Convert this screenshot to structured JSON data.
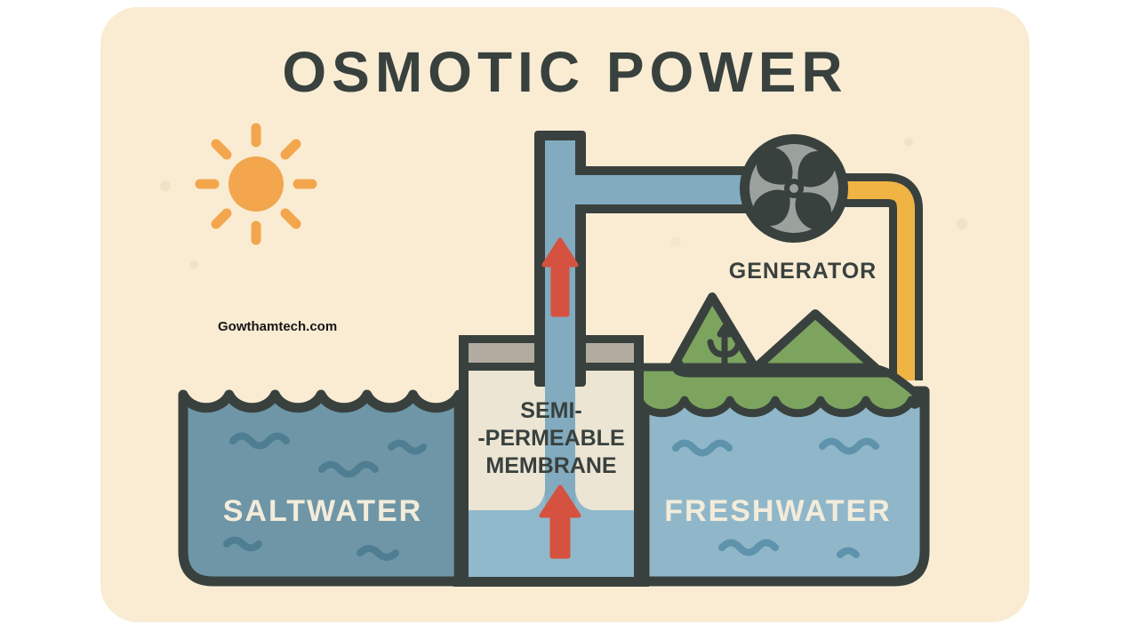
{
  "title": "OSMOTIC POWER",
  "watermark": "Gowthamtech.com",
  "generator": {
    "label": "GENERATOR"
  },
  "tanks": {
    "saltwater_label": "SALTWATER",
    "freshwater_label": "FRESHWATER"
  },
  "membrane": {
    "line1": "SEMI-",
    "line2": "-PERMEABLE",
    "line3": "MEMBRANE"
  },
  "icons": {
    "sun": "sun-icon",
    "generator_fan": "fan-turbine-icon",
    "osmosis_arrows": "up-arrow-icon",
    "tree": "tree-icon",
    "ripples": "water-ripple-icon"
  },
  "colors": {
    "page_background": "#ffffff",
    "card_background": "#f9ecd3",
    "outline_dark": "#39413e",
    "saltwater_blue": "#6e96a7",
    "freshwater_blue": "#8fb7c9",
    "pipe_water_blue": "#82abbf",
    "vessel_interior_cream": "#ece5d3",
    "lid_gray": "#b2aca0",
    "generator_gray": "#9ba19c",
    "cable_yellow": "#f0b445",
    "land_green": "#7ca45f",
    "arrow_red": "#d65240",
    "sun_orange": "#f3a64d",
    "label_cream": "#f3ecda"
  }
}
